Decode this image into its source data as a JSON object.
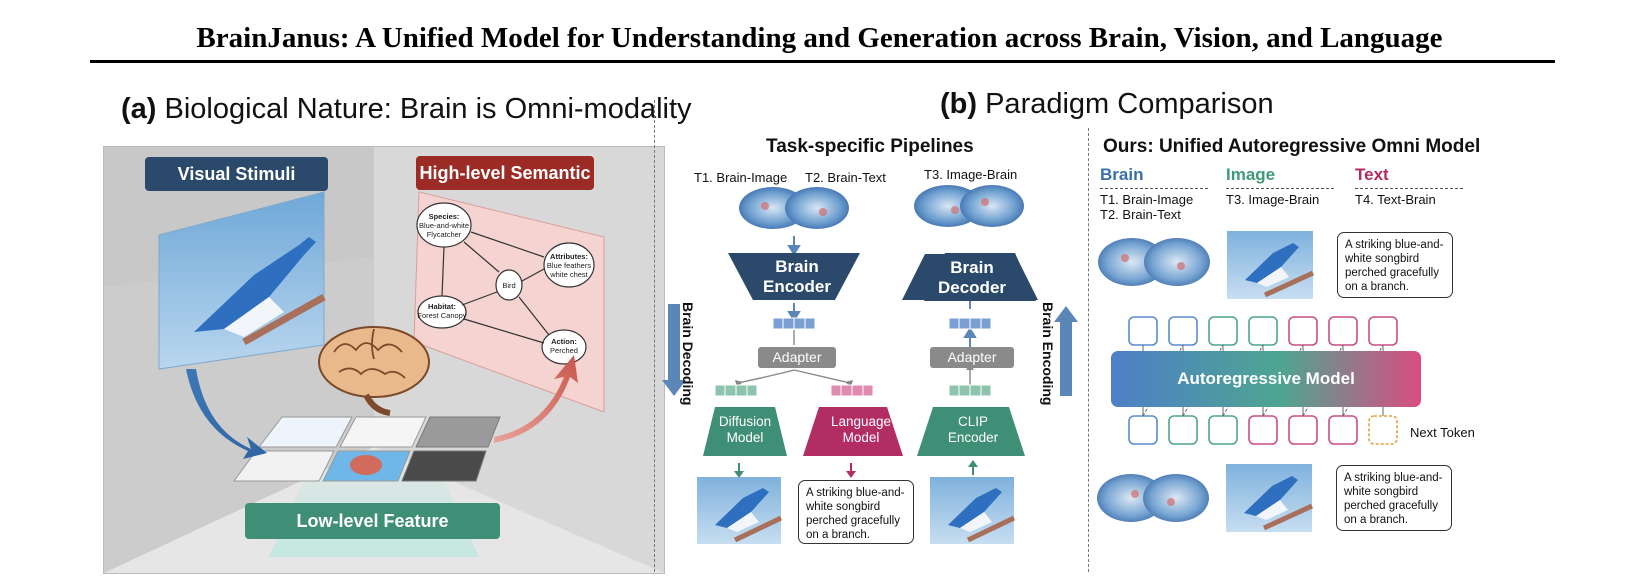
{
  "paper_title": "BrainJanus: A Unified Model for Understanding and Generation across Brain, Vision, and Language",
  "panel_a": {
    "label": "(a)",
    "title": "Biological Nature: Brain is Omni-modality",
    "visual_stimuli": "Visual Stimuli",
    "high_level_semantic": "High-level Semantic",
    "low_level_feature": "Low-level Feature",
    "graph": {
      "species": [
        "Species:",
        "Blue-and-white",
        "Flycatcher"
      ],
      "attributes": [
        "Attributes:",
        "Blue feathers",
        "white chest"
      ],
      "bird": "Bird",
      "habitat": [
        "Habitat:",
        "Forest Canopy"
      ],
      "action": [
        "Action:",
        "Perched"
      ]
    }
  },
  "panel_b": {
    "label": "(b)",
    "title": "Paradigm Comparison",
    "task_specific": {
      "heading": "Task-specific Pipelines",
      "t1": "T1. Brain-Image",
      "t2": "T2. Brain-Text",
      "t3": "T3. Image-Brain",
      "brain_encoder": [
        "Brain",
        "Encoder"
      ],
      "brain_decoder": [
        "Brain",
        "Decoder"
      ],
      "adapter": "Adapter",
      "diffusion_model": [
        "Diffusion",
        "Model"
      ],
      "language_model": [
        "Language",
        "Model"
      ],
      "clip_encoder": [
        "CLIP",
        "Encoder"
      ],
      "brain_decoding": "Brain Decoding",
      "brain_encoding": "Brain Encoding",
      "caption": [
        "A striking blue-and-",
        "white songbird",
        "perched gracefully",
        "on a branch."
      ]
    },
    "unified": {
      "heading": "Ours: Unified Autoregressive Omni Model",
      "brain": "Brain",
      "image": "Image",
      "text": "Text",
      "brain_tasks": [
        "T1. Brain-Image",
        "T2. Brain-Text"
      ],
      "image_tasks": [
        "T3. Image-Brain"
      ],
      "text_tasks": [
        "T4. Text-Brain"
      ],
      "model": "Autoregressive Model",
      "next_token": "Next Token",
      "caption_top": [
        "A striking blue-and-",
        "white songbird",
        "perched gracefully",
        "on a branch."
      ],
      "caption_bottom": [
        "A striking blue-and-",
        "white songbird",
        "perched gracefully",
        "on a branch."
      ]
    }
  },
  "colors": {
    "navy": "#2b4a6b",
    "red": "#9b2b24",
    "green": "#3f8f76",
    "magenta": "#b22d63",
    "blue_arrow": "#5b86b8",
    "brain_label": "#3a6ea8",
    "image_label": "#3f9b77",
    "text_label": "#b4295f",
    "next_token": "#e0a040"
  }
}
